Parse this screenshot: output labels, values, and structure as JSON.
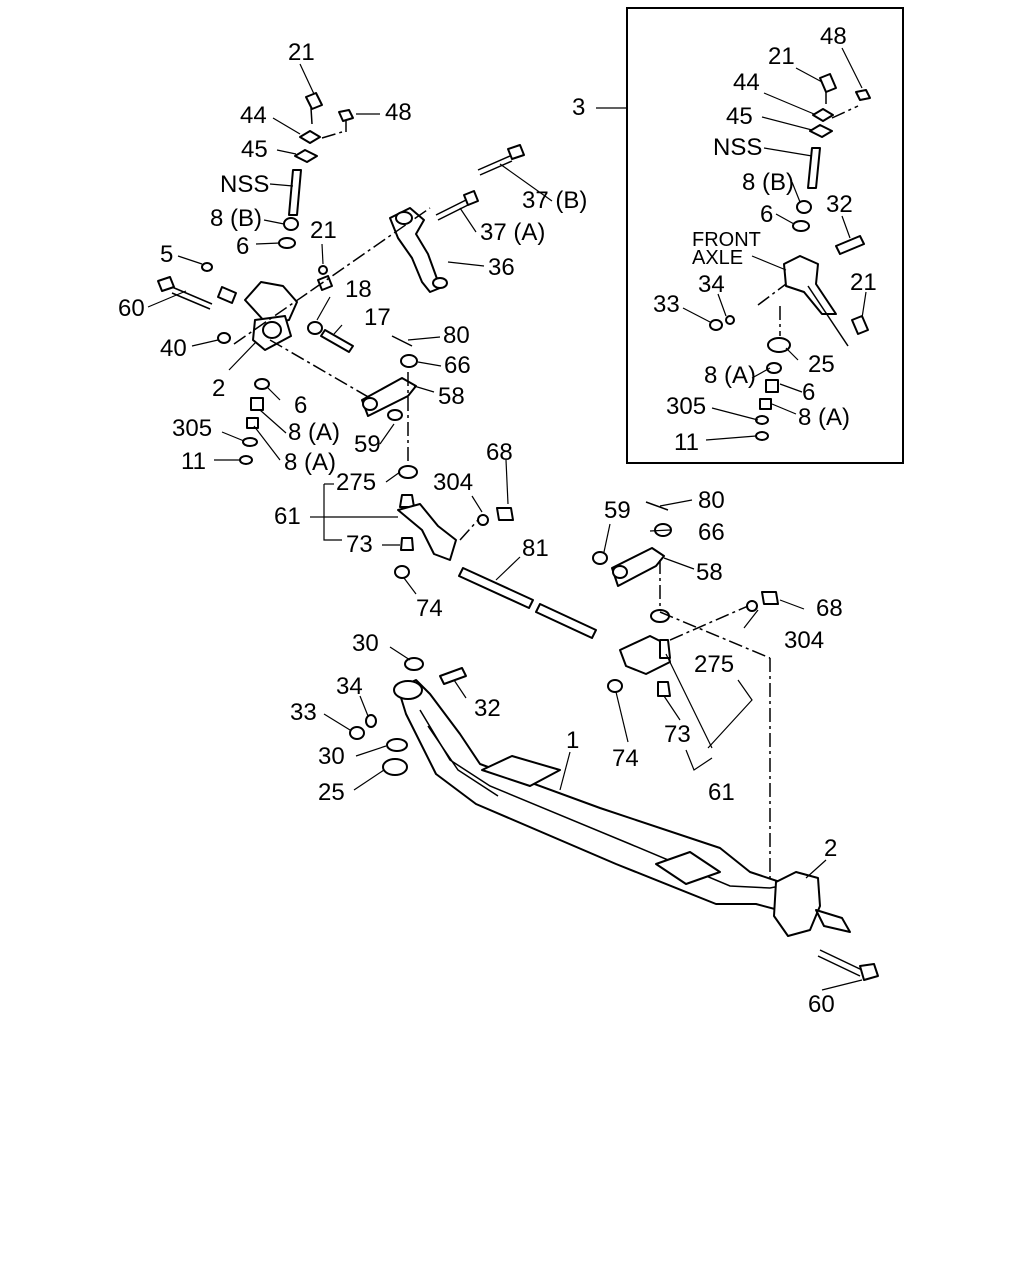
{
  "labels": {
    "l21a": "21",
    "l44a": "44",
    "l48a": "48",
    "l45a": "45",
    "lnssa": "NSS",
    "l8ba": "8 (B)",
    "l21b": "21",
    "l6a": "6",
    "l5": "5",
    "l60a": "60",
    "l18": "18",
    "l17": "17",
    "l40": "40",
    "l2a": "2",
    "l6b": "6",
    "l8aa": "8 (A)",
    "l305a": "305",
    "l11a": "11",
    "l8ab": "8 (A)",
    "l37b": "37 (B)",
    "l37a": "37 (A)",
    "l36": "36",
    "l80a": "80",
    "l66a": "66",
    "l58a": "58",
    "l59a": "59",
    "l275a": "275",
    "l304a": "304",
    "l68a": "68",
    "l61a": "61",
    "l73a": "73",
    "l74a": "74",
    "l81": "81",
    "l3": "3",
    "i48": "48",
    "i21a": "21",
    "i44": "44",
    "i45": "45",
    "inss": "NSS",
    "i8b": "8 (B)",
    "i6a": "6",
    "i32": "32",
    "ifront": "FRONT",
    "iaxle": "AXLE",
    "i34": "34",
    "i21b": "21",
    "i33": "33",
    "i25": "25",
    "i8aa": "8 (A)",
    "i6b": "6",
    "i305": "305",
    "i8ab": "8 (A)",
    "i11": "11",
    "r59": "59",
    "r80": "80",
    "r66": "66",
    "r58": "58",
    "r68": "68",
    "r304": "304",
    "r275": "275",
    "r73": "73",
    "r74": "74",
    "r61": "61",
    "b30a": "30",
    "b34": "34",
    "b32": "32",
    "b33": "33",
    "b30b": "30",
    "b25": "25",
    "b1": "1",
    "b2": "2",
    "b60": "60"
  }
}
